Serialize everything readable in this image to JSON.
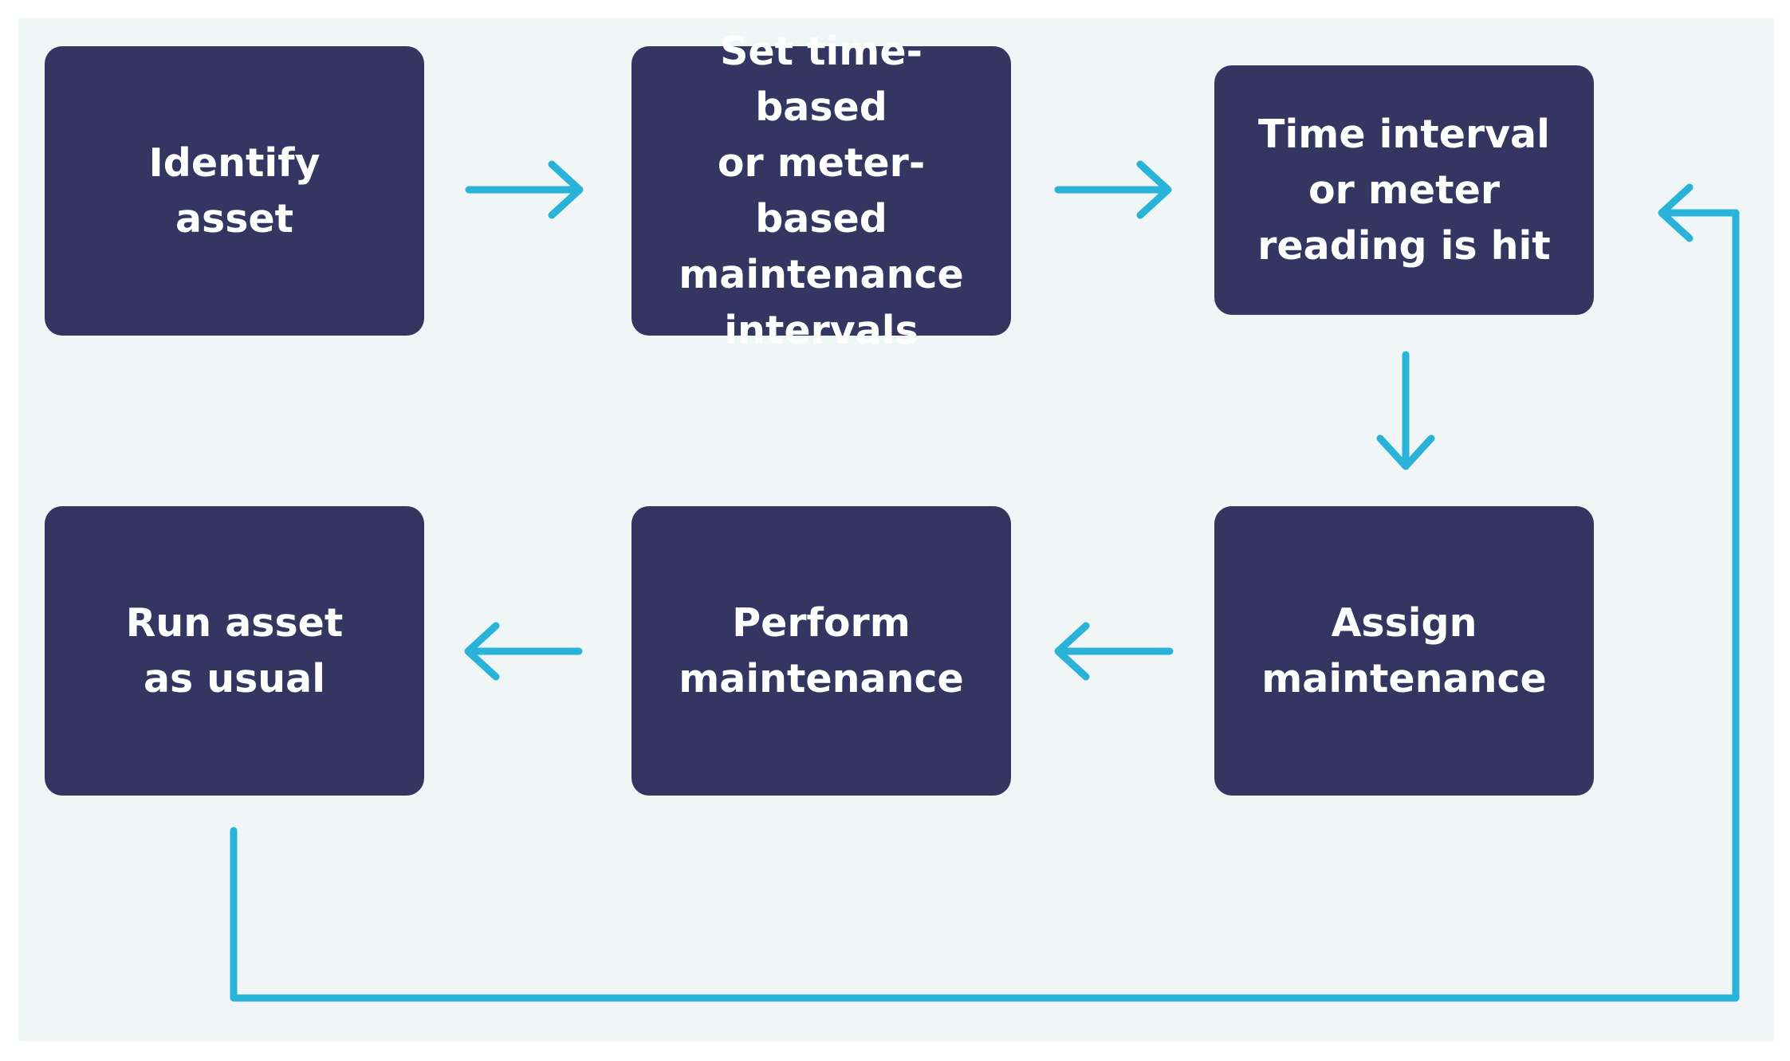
{
  "diagram": {
    "steps": [
      {
        "id": "identify-asset",
        "label": "Identify\nasset"
      },
      {
        "id": "set-intervals",
        "label": "Set time-based\nor meter-based\nmaintenance\nintervals"
      },
      {
        "id": "interval-hit",
        "label": "Time interval\nor meter\nreading is hit"
      },
      {
        "id": "assign-maintenance",
        "label": "Assign\nmaintenance"
      },
      {
        "id": "perform-maintenance",
        "label": "Perform\nmaintenance"
      },
      {
        "id": "run-asset",
        "label": "Run asset\nas usual"
      }
    ],
    "connections": [
      {
        "from": "identify-asset",
        "to": "set-intervals"
      },
      {
        "from": "set-intervals",
        "to": "interval-hit"
      },
      {
        "from": "interval-hit",
        "to": "assign-maintenance"
      },
      {
        "from": "assign-maintenance",
        "to": "perform-maintenance"
      },
      {
        "from": "perform-maintenance",
        "to": "run-asset"
      },
      {
        "from": "run-asset",
        "to": "interval-hit"
      }
    ],
    "colors": {
      "background": "#f0f6f6",
      "box_fill": "#353561",
      "box_text": "#ffffff",
      "arrow": "#29b3d8"
    }
  }
}
